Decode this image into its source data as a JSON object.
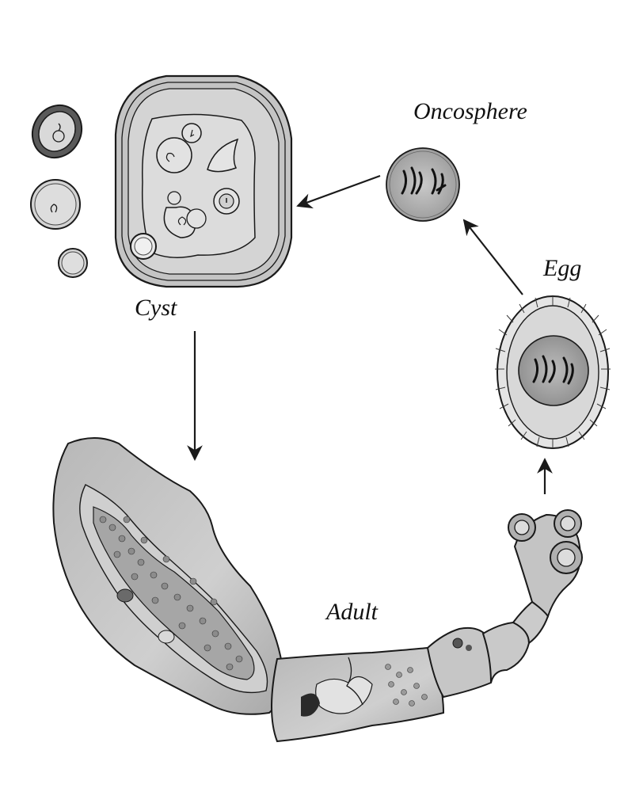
{
  "labels": {
    "oncosphere": "Oncosphere",
    "egg": "Egg",
    "cyst": "Cyst",
    "adult": "Adult"
  },
  "colors": {
    "background": "#ffffff",
    "ink": "#1a1a1a",
    "fill_light": "#d6d6d6",
    "fill_mid": "#bdbdbd",
    "fill_dark": "#8a8a8a"
  },
  "icons": [
    "hydatid-cyst",
    "daughter-cyst",
    "oncosphere",
    "egg",
    "adult-tapeworm",
    "cycle-arrow"
  ]
}
